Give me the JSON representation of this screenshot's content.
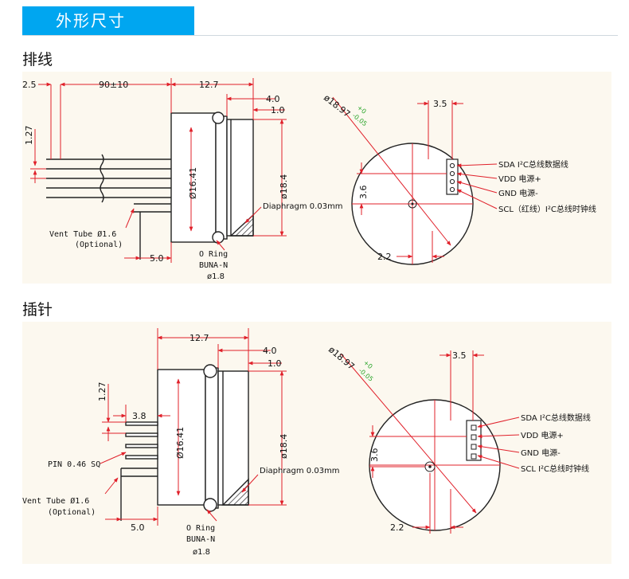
{
  "header": {
    "title": "外形尺寸"
  },
  "sections": [
    {
      "title": "排线",
      "labels": {
        "d_2_5": "2.5",
        "d_90": "90±10",
        "d_12_7": "12.7",
        "d_4_0": "4.0",
        "d_1_0": "1.0",
        "d_1_27": "1.27",
        "d_16_41": "Ø16.41",
        "d_18_4": "ø18.4",
        "diaphragm": "Diaphragm 0.03mm",
        "vent_tube": "Vent Tube Ø1.6",
        "optional": "(Optional)",
        "d_5_0": "5.0",
        "o_ring": "O Ring",
        "buna": "BUNA-N",
        "d_1_8": "ø1.8",
        "d_18_97": "ø18.97",
        "tol_plus": "+0",
        "tol_minus": "-0.05",
        "d_3_5": "3.5",
        "d_3_6": "3.6",
        "d_2_2": "2.2",
        "pin_sda": "SDA I²C总线数据线",
        "pin_vdd": "VDD 电源+",
        "pin_gnd": "GND 电源-",
        "pin_scl": "SCL（红线）I²C总线时钟线"
      }
    },
    {
      "title": "插针",
      "labels": {
        "d_12_7": "12.7",
        "d_4_0": "4.0",
        "d_1_0": "1.0",
        "d_1_27": "1.27",
        "d_3_8": "3.8",
        "d_16_41": "Ø16.41",
        "d_18_4": "ø18.4",
        "pin_size": "PIN 0.46 SQ",
        "diaphragm": "Diaphragm 0.03mm",
        "vent_tube": "Vent Tube Ø1.6",
        "optional": "(Optional)",
        "d_5_0": "5.0",
        "o_ring": "O Ring",
        "buna": "BUNA-N",
        "d_1_8": "ø1.8",
        "d_18_97": "ø18.97",
        "tol_plus": "+0",
        "tol_minus": "-0.05",
        "d_3_5": "3.5",
        "d_3_6": "3.6",
        "d_2_2": "2.2",
        "pin_sda": "SDA I²C总线数据线",
        "pin_vdd": "VDD 电源+",
        "pin_gnd": "GND 电源-",
        "pin_scl": "SCL I²C总线时钟线"
      }
    }
  ],
  "colors": {
    "accent": "#00a6f0",
    "dimension": "#e0202a",
    "tolerance": "#2aa52a",
    "panel": "#fcf8ef"
  }
}
